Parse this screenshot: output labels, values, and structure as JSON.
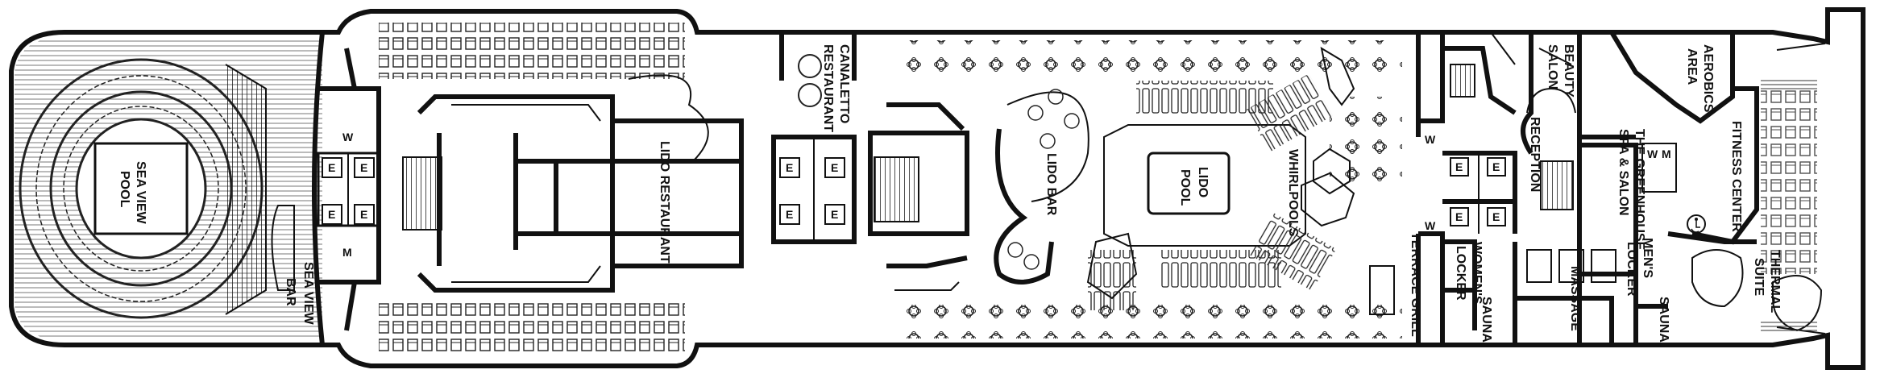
{
  "deck_plan": {
    "areas": {
      "sea_view_pool": [
        "SEA VIEW",
        "POOL"
      ],
      "sea_view_bar": [
        "SEA VIEW",
        "BAR"
      ],
      "lido_restaurant": "LIDO RESTAURANT",
      "canaletto_restaurant": [
        "CANALETTO",
        "RESTAURANT"
      ],
      "lido_bar": "LIDO BAR",
      "lido_pool": [
        "LIDO",
        "POOL"
      ],
      "whirlpools": "WHIRLPOOLS",
      "terrace_grill": "TERRACE GRILL",
      "beauty_salon": [
        "BEAUTY",
        "SALON"
      ],
      "reception": "RECEPTION",
      "greenhouse_spa": [
        "THE GREENHOUSE",
        "SPA & SALON"
      ],
      "aerobics_area": [
        "AEROBICS",
        "AREA"
      ],
      "fitness_center": "FITNESS CENTER",
      "womens_locker": [
        "WOMEN'S",
        "LOCKER"
      ],
      "massage": "MASSAGE",
      "mens_locker": [
        "MEN'S",
        "LOCKER"
      ],
      "sauna_left": "SAUNA",
      "sauna_right": "SAUNA",
      "thermal_suite": [
        "THERMAL",
        "SUITE"
      ]
    },
    "markers": {
      "elevator": "E",
      "womens_restroom": "W",
      "mens_restroom": "M"
    }
  }
}
